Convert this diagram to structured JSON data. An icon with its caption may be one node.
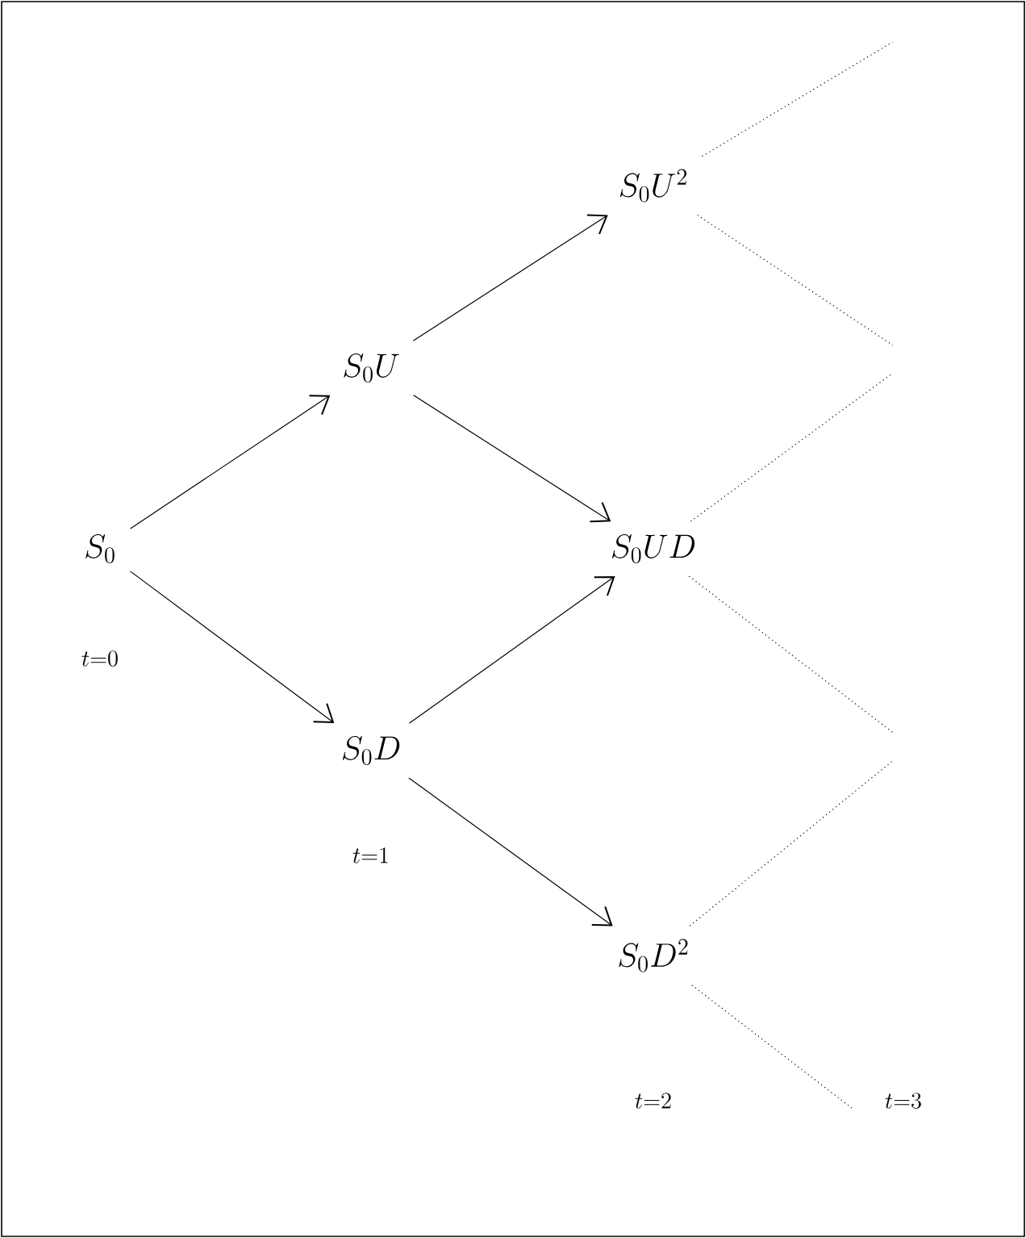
{
  "diagram": {
    "nodes": [
      {
        "text": [
          "S_0"
        ]
      },
      {
        "text": [
          "S_0U"
        ]
      },
      {
        "text": [
          "S_0D"
        ]
      },
      {
        "text": [
          "S_0U^2"
        ]
      },
      {
        "text": [
          "S_0UD"
        ]
      },
      {
        "text": [
          "S_0D^2"
        ]
      }
    ],
    "edges": [
      {
        "from": 0,
        "to": 1,
        "arrow": "to"
      },
      {
        "from": 0,
        "to": 2,
        "arrow": "to"
      },
      {
        "from": 1,
        "to": 3,
        "arrow": "to"
      },
      {
        "from": 1,
        "to": 4,
        "arrow": "to"
      },
      {
        "from": 2,
        "to": 4,
        "arrow": "to"
      },
      {
        "from": 2,
        "to": 5,
        "arrow": "to"
      },
      {
        "from": 3,
        "to": null,
        "arrow": "none",
        "style": "dashed"
      },
      {
        "from": 3,
        "to": null,
        "arrow": "none",
        "style": "dashed"
      },
      {
        "from": 4,
        "to": null,
        "arrow": "none",
        "style": "dashed"
      },
      {
        "from": 4,
        "to": null,
        "arrow": "none",
        "style": "dashed"
      },
      {
        "from": 5,
        "to": null,
        "arrow": "none",
        "style": "dashed"
      },
      {
        "from": 5,
        "to": null,
        "arrow": "none",
        "style": "dashed"
      }
    ],
    "labels": [
      "t=0",
      "t=1",
      "t=2",
      "t=3"
    ]
  }
}
